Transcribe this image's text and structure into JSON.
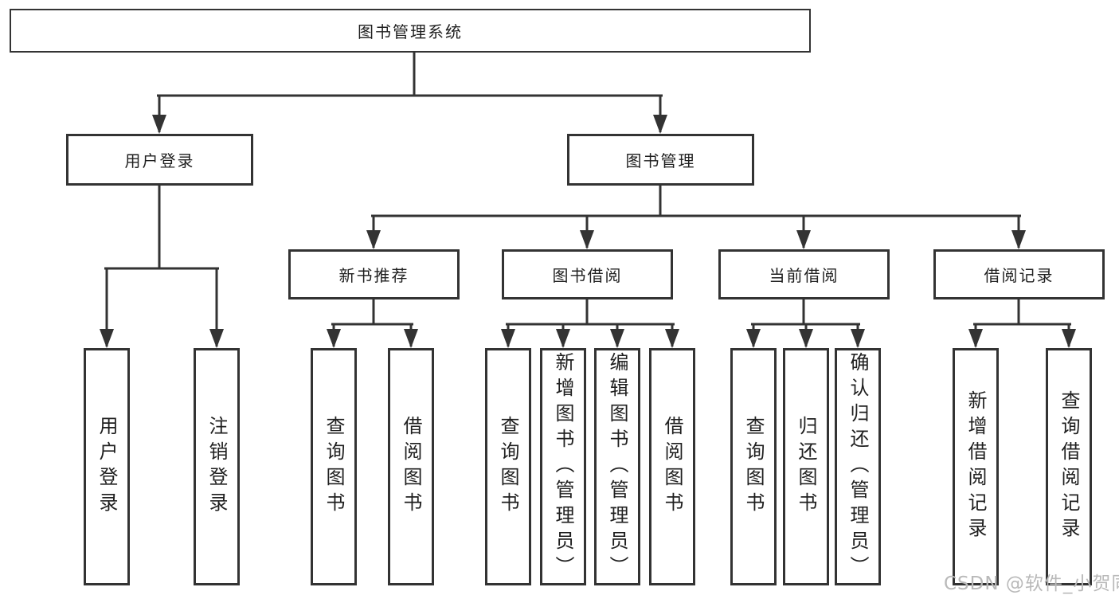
{
  "page": {
    "background": "#ffffff"
  },
  "colors": {
    "line": "#333333",
    "box_border": "#333333",
    "text": "#1f1f1f",
    "watermark": "#b9b9b9"
  },
  "tree": {
    "root": {
      "label": "图书管理系统"
    },
    "branches": [
      {
        "label": "用户登录",
        "children": [
          "用户登录",
          "注销登录"
        ]
      },
      {
        "label": "图书管理",
        "children": [
          {
            "label": "新书推荐",
            "children": [
              "查询图书",
              "借阅图书"
            ]
          },
          {
            "label": "图书借阅",
            "children": [
              "查询图书",
              "新增图书（管理员）",
              "编辑图书（管理员）",
              "借阅图书"
            ]
          },
          {
            "label": "当前借阅",
            "children": [
              "查询图书",
              "归还图书",
              "确认归还（管理员）"
            ]
          },
          {
            "label": "借阅记录",
            "children": [
              "新增借阅记录",
              "查询借阅记录"
            ]
          }
        ]
      }
    ]
  },
  "watermark": {
    "text": "CSDN @软件_小贺同学"
  }
}
